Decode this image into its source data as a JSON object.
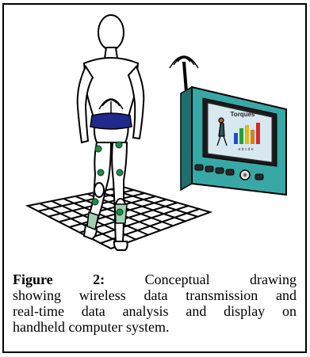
{
  "device": {
    "screen_title": "Torques",
    "screen_letters": "a b c d e"
  },
  "caption": {
    "label": "Figure    2:",
    "line1_rest": "Conceptual    drawing",
    "line2": "showing wireless data transmission and",
    "line3": "real-time data analysis and display on",
    "line4": "handheld computer system."
  },
  "colors": {
    "device_body": "#38a8a6",
    "screen_bg": "#d8e8f0",
    "belt": "#1f2a8a",
    "sensor": "#1f8a4a",
    "bars": [
      "#1f4fd1",
      "#27a03a",
      "#e0b81a",
      "#e07a1a",
      "#d12a2a"
    ]
  }
}
